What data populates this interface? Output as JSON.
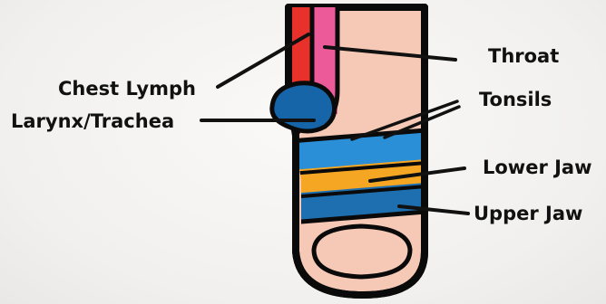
{
  "labels": {
    "chest_lymph": "Chest Lymph",
    "larynx_trachea": "Larynx/Trachea",
    "throat": "Throat",
    "tonsils": "Tonsils",
    "lower_jaw": "Lower Jaw",
    "upper_jaw": "Upper Jaw"
  },
  "colors": {
    "skin": "#f6c9b6",
    "outline": "#0a0a0a",
    "chest_lymph": "#e8312a",
    "throat_strip": "#ec5a9a",
    "larynx": "#1565a8",
    "tonsils_band": "#2a8fd6",
    "lower_jaw_band": "#f5a623",
    "upper_jaw_band": "#1e6fb0",
    "nail": "#f6c9b6"
  }
}
